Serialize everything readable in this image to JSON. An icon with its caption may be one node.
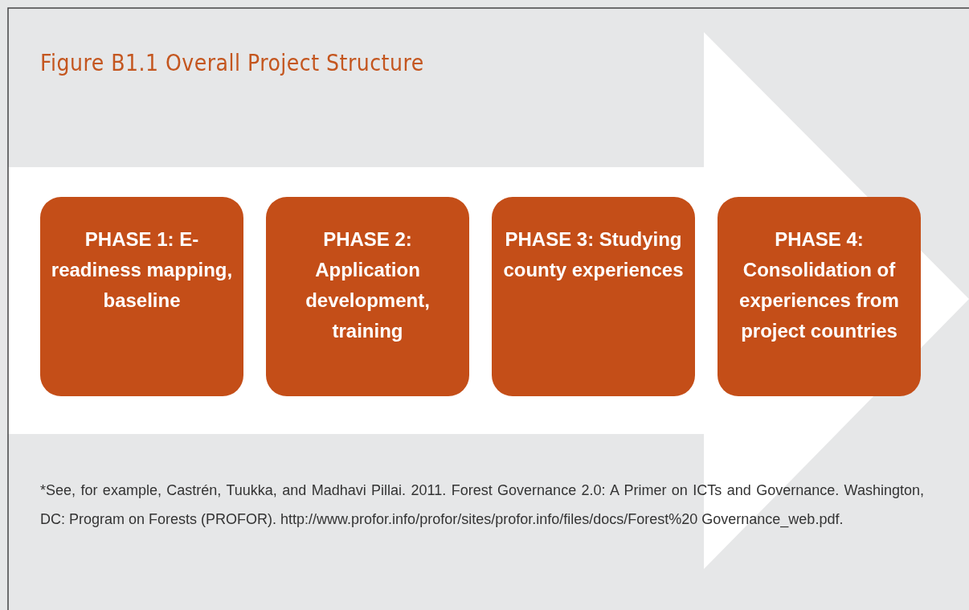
{
  "diagram": {
    "title": "Figure B1.1 Overall Project Structure",
    "nodes": [
      {
        "text": [
          "PHASE 1: E-readiness mapping, baseline"
        ]
      },
      {
        "text": [
          "PHASE 2: Application development, training"
        ]
      },
      {
        "text": [
          "PHASE 3: Studying county experiences"
        ]
      },
      {
        "text": [
          "PHASE 4: Consolidation of experiences from project countries"
        ]
      }
    ],
    "labels": [
      "*See, for example, Castrén, Tuukka, and Madhavi Pillai. 2011. Forest Governance 2.0: A Primer on ICTs and Governance. Washington, DC: Program on Forests (PROFOR). http://www.profor.info/profor/sites/profor.info/files/docs/Forest%20 Governance_web.pdf."
    ]
  }
}
